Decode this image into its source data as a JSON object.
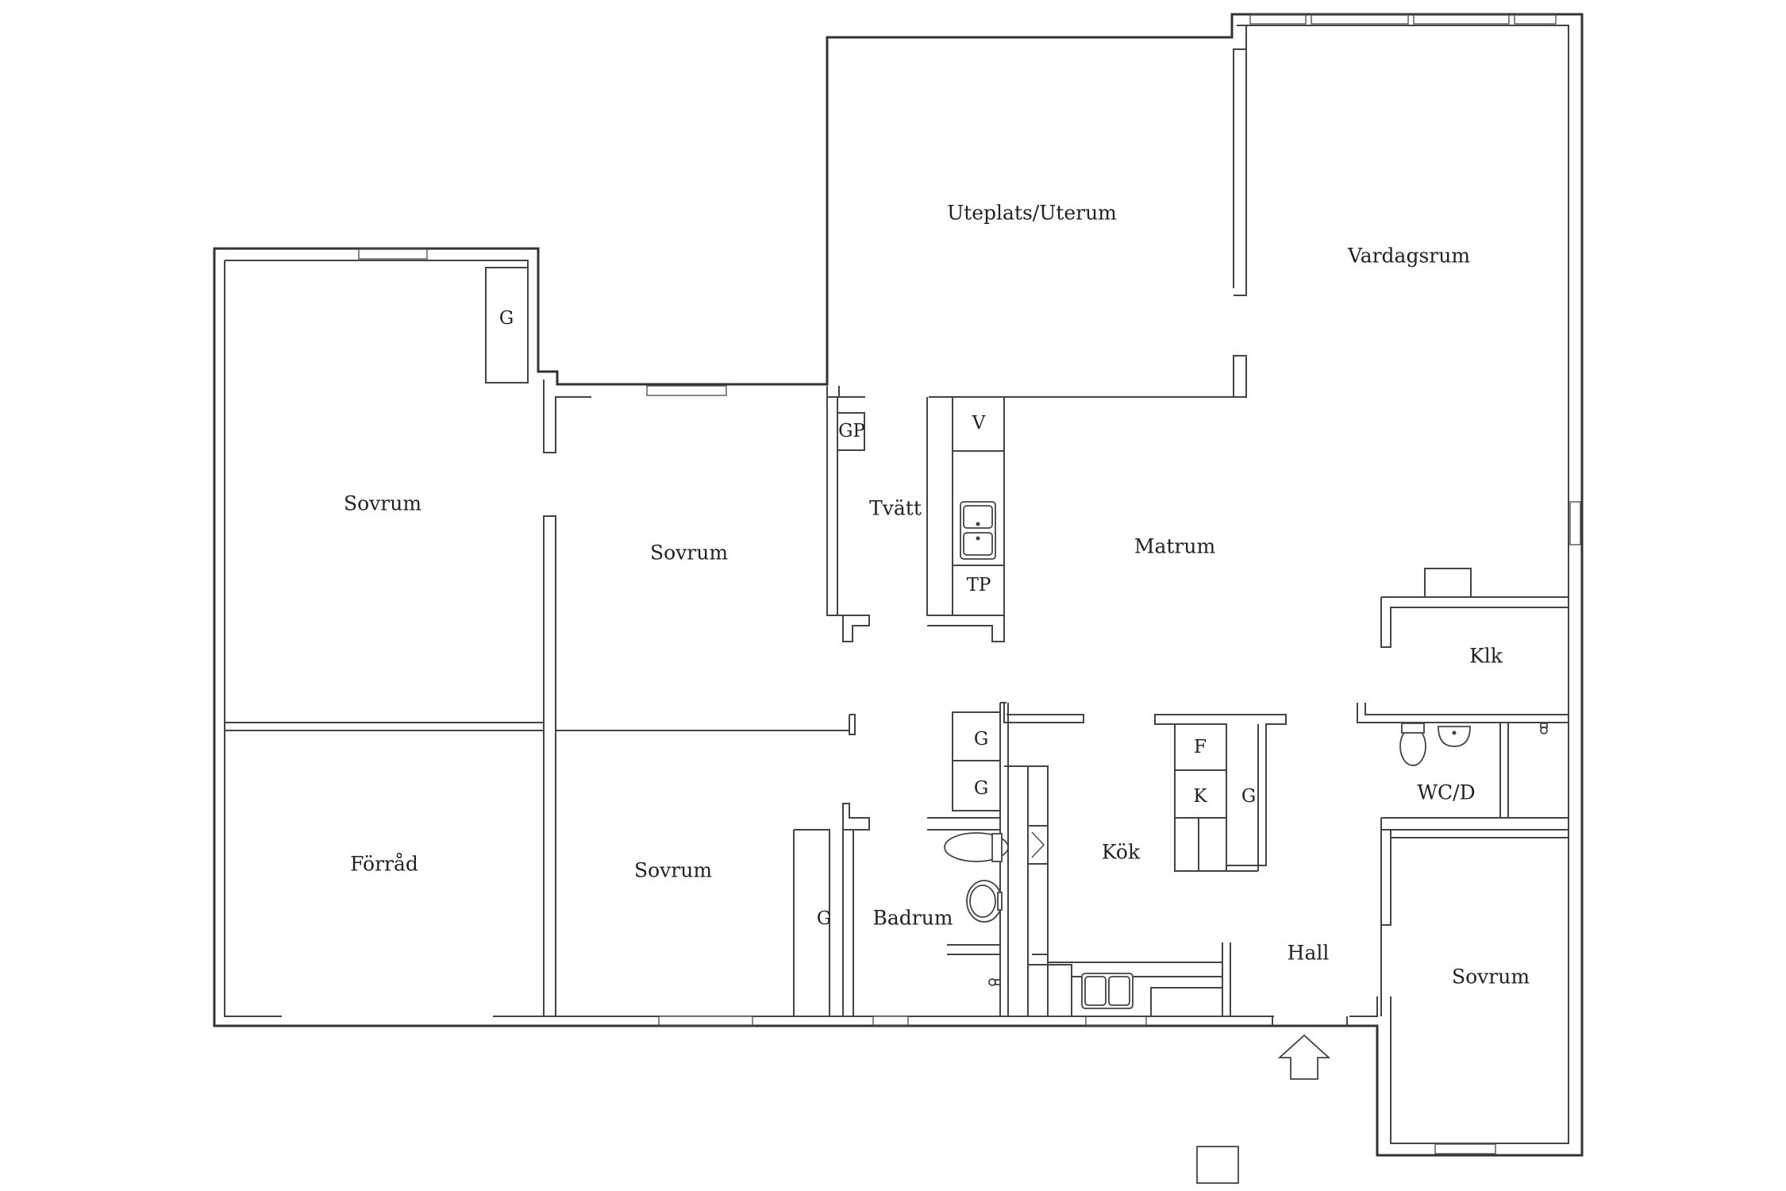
{
  "rooms": {
    "uteplats": "Uteplats/Uterum",
    "vardagsrum": "Vardagsrum",
    "sovrum_nw": "Sovrum",
    "sovrum_mid": "Sovrum",
    "sovrum_sw": "Sovrum",
    "sovrum_se": "Sovrum",
    "tvatt": "Tvätt",
    "matrum": "Matrum",
    "klk": "Klk",
    "wcd": "WC/D",
    "kok": "Kök",
    "hall": "Hall",
    "badrum": "Badrum",
    "forrad": "Förråd"
  },
  "fixtures": {
    "g_nw": "G",
    "gp": "GP",
    "v": "V",
    "tp": "TP",
    "g_bath_1": "G",
    "g_bath_2": "G",
    "g_sovrum": "G",
    "f": "F",
    "k": "K",
    "g_kitchen": "G"
  }
}
